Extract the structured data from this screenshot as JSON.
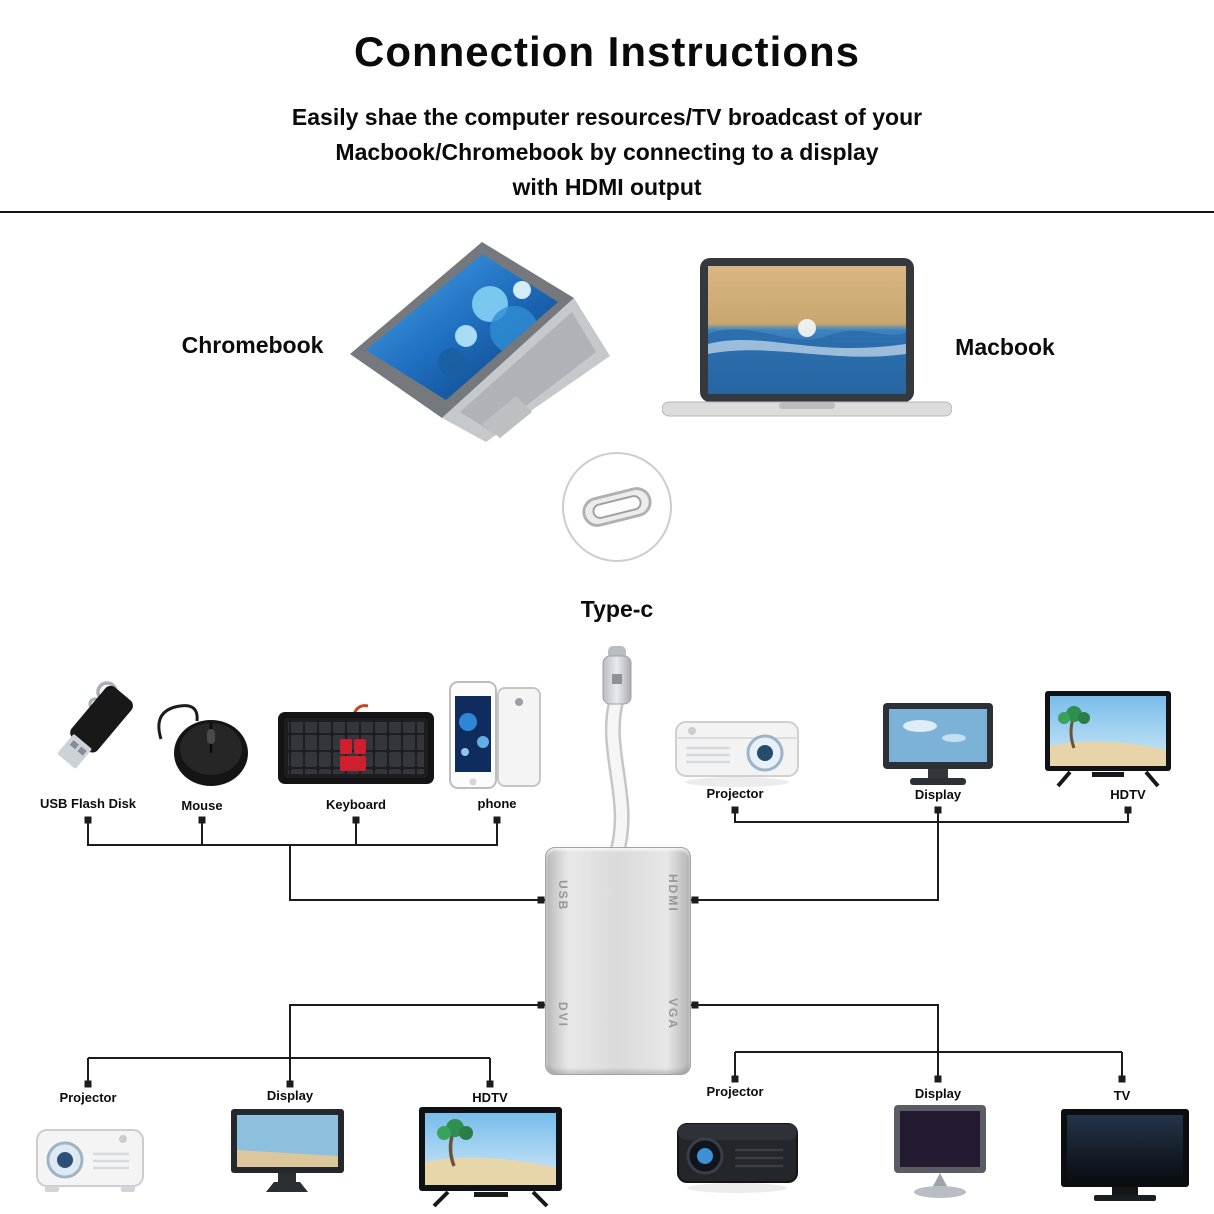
{
  "header": {
    "title": "Connection Instructions",
    "subtitle_line1": "Easily shae the computer resources/TV broadcast of your",
    "subtitle_line2": "Macbook/Chromebook by connecting to a display",
    "subtitle_line3": "with HDMI output"
  },
  "computers": {
    "chromebook_label": "Chromebook",
    "macbook_label": "Macbook"
  },
  "adapter": {
    "connector_label": "Type-c",
    "ports": {
      "usb": "USB",
      "hdmi": "HDMI",
      "dvi": "DVI",
      "vga": "VGA"
    }
  },
  "groups": {
    "usb": {
      "port": "USB",
      "devices": [
        {
          "label": "USB Flash Disk",
          "icon": "usb-flash-drive"
        },
        {
          "label": "Mouse",
          "icon": "mouse"
        },
        {
          "label": "Keyboard",
          "icon": "keyboard"
        },
        {
          "label": "phone",
          "icon": "smartphone"
        }
      ]
    },
    "hdmi": {
      "port": "HDMI",
      "devices": [
        {
          "label": "Projector",
          "icon": "projector"
        },
        {
          "label": "Display",
          "icon": "monitor"
        },
        {
          "label": "HDTV",
          "icon": "tv-beach"
        }
      ]
    },
    "dvi": {
      "port": "DVI",
      "devices": [
        {
          "label": "Projector",
          "icon": "projector"
        },
        {
          "label": "Display",
          "icon": "monitor"
        },
        {
          "label": "HDTV",
          "icon": "tv-beach"
        }
      ]
    },
    "vga": {
      "port": "VGA",
      "devices": [
        {
          "label": "Projector",
          "icon": "projector-dark"
        },
        {
          "label": "Display",
          "icon": "monitor-dark"
        },
        {
          "label": "TV",
          "icon": "tv-dark"
        }
      ]
    }
  },
  "colors": {
    "line": "#1c1c1c",
    "hub_silver": "#d9d9d9",
    "text": "#111111"
  }
}
